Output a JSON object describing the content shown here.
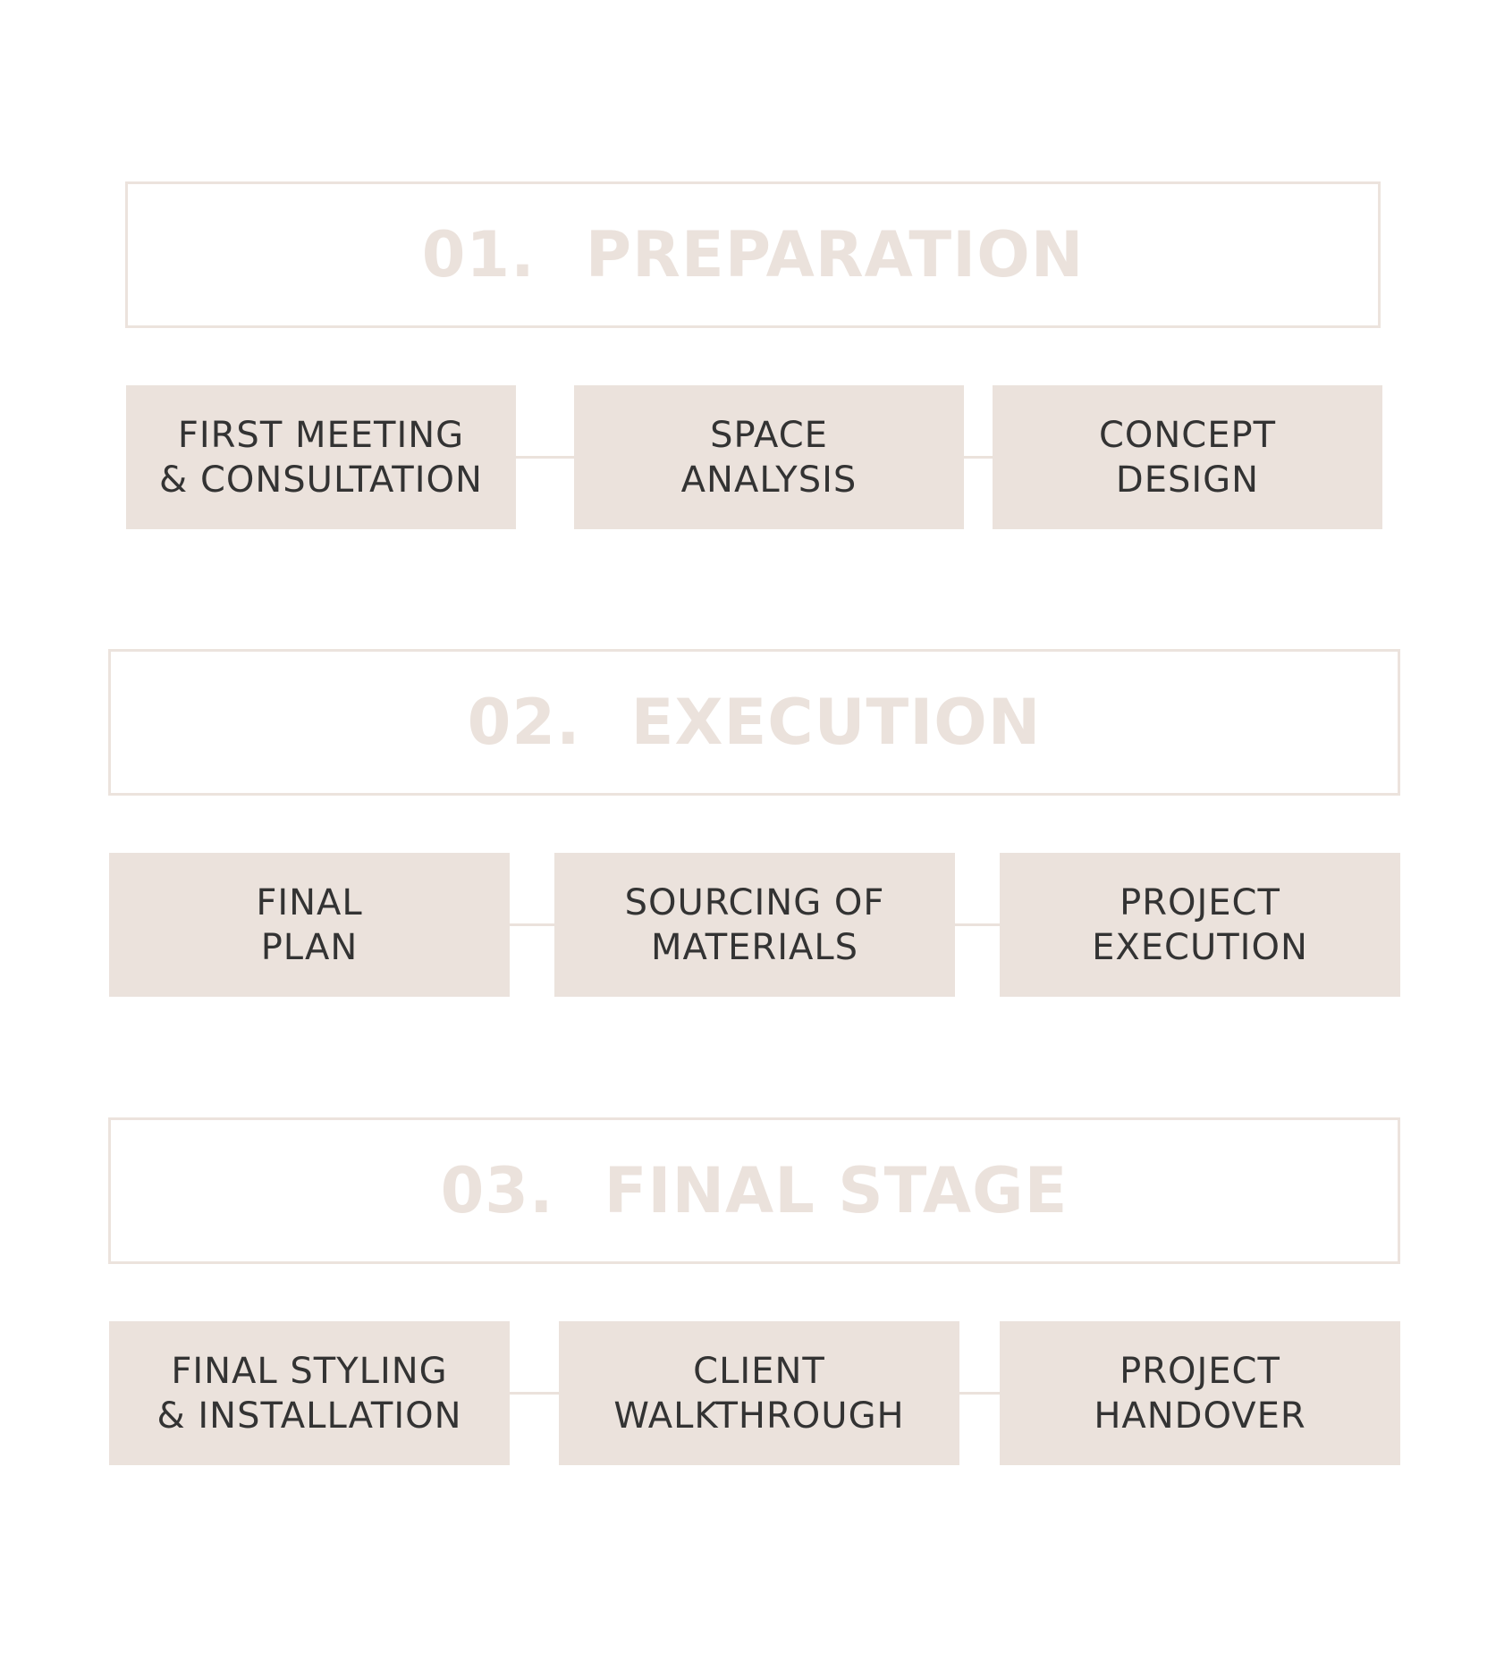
{
  "stages": [
    {
      "number": "01.",
      "title": "PREPARATION",
      "steps": [
        {
          "line1": "FIRST MEETING",
          "line2": "& CONSULTATION"
        },
        {
          "line1": "SPACE",
          "line2": "ANALYSIS"
        },
        {
          "line1": "CONCEPT",
          "line2": "DESIGN"
        }
      ]
    },
    {
      "number": "02.",
      "title": "EXECUTION",
      "steps": [
        {
          "line1": "FINAL",
          "line2": "PLAN"
        },
        {
          "line1": "SOURCING OF",
          "line2": "MATERIALS"
        },
        {
          "line1": "PROJECT",
          "line2": "EXECUTION"
        }
      ]
    },
    {
      "number": "03.",
      "title": "FINAL STAGE",
      "steps": [
        {
          "line1": "FINAL STYLING",
          "line2": "& INSTALLATION"
        },
        {
          "line1": "CLIENT",
          "line2": "WALKTHROUGH"
        },
        {
          "line1": "PROJECT",
          "line2": "HANDOVER"
        }
      ]
    }
  ],
  "colors": {
    "box_fill": "#ebe2dc",
    "header_border": "#ece3dd",
    "header_text": "#ebe2dc",
    "step_text": "#333333",
    "background": "#ffffff"
  }
}
